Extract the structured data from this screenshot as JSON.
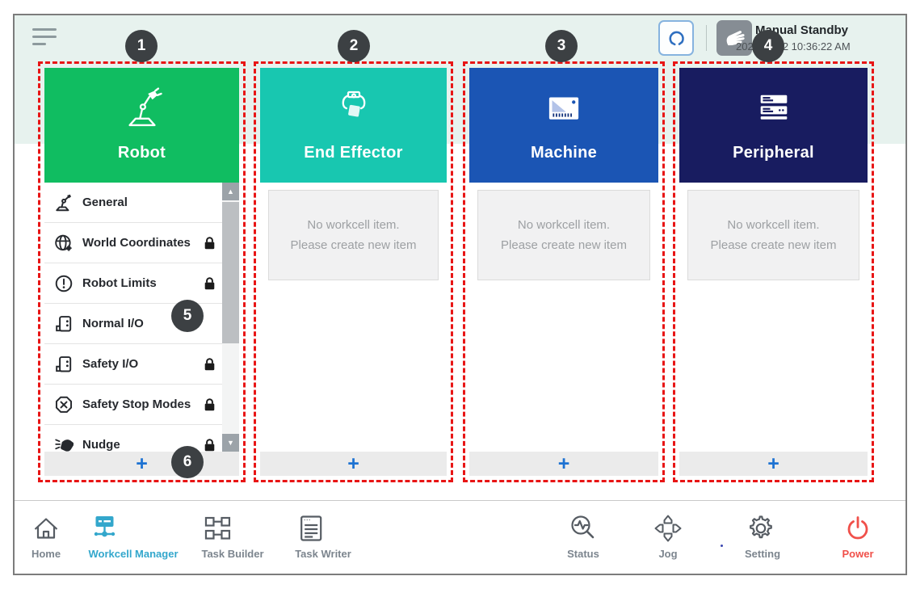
{
  "header": {
    "status_mode": "Manual Standby",
    "status_datetime": "2022.02.22 10:36:22 AM"
  },
  "callouts": [
    "1",
    "2",
    "3",
    "4",
    "5",
    "6"
  ],
  "columns": [
    {
      "title": "Robot",
      "color": "#10BD61",
      "icon": "robot-arm",
      "add_label": "+",
      "items": [
        {
          "label": "General",
          "icon": "robot-arm-small",
          "locked": false
        },
        {
          "label": "World Coordinates",
          "icon": "globe-coordinates",
          "locked": true
        },
        {
          "label": "Robot Limits",
          "icon": "circle-exclamation",
          "locked": true
        },
        {
          "label": "Normal I/O",
          "icon": "io-port",
          "locked": false
        },
        {
          "label": "Safety I/O",
          "icon": "io-port",
          "locked": true
        },
        {
          "label": "Safety Stop Modes",
          "icon": "octagon-x",
          "locked": true
        },
        {
          "label": "Nudge",
          "icon": "nudge-hand",
          "locked": true
        }
      ]
    },
    {
      "title": "End Effector",
      "color": "#18C7B0",
      "icon": "gripper",
      "add_label": "+",
      "empty_line1": "No workcell item.",
      "empty_line2": "Please create new item"
    },
    {
      "title": "Machine",
      "color": "#1B55B4",
      "icon": "cnc-machine",
      "add_label": "+",
      "empty_line1": "No workcell item.",
      "empty_line2": "Please create new item"
    },
    {
      "title": "Peripheral",
      "color": "#181C60",
      "icon": "server-stack",
      "add_label": "+",
      "empty_line1": "No workcell item.",
      "empty_line2": "Please create new item"
    }
  ],
  "scrollbar": {
    "up_glyph": "▲",
    "down_glyph": "▼"
  },
  "nav": {
    "left": [
      {
        "label": "Home",
        "active": false
      },
      {
        "label": "Workcell Manager",
        "active": true
      },
      {
        "label": "Task Builder",
        "active": false
      },
      {
        "label": "Task Writer",
        "active": false
      }
    ],
    "right": [
      {
        "label": "Status"
      },
      {
        "label": "Jog"
      },
      {
        "label": "Setting"
      },
      {
        "label": "Power"
      }
    ]
  },
  "colors": {
    "accent_active": "#33A7CC",
    "power_red": "#F0504A",
    "callout_bg": "#3C4043",
    "dashed_annotation": "#E81515",
    "add_plus": "#1D72D2",
    "top_band": "#E7F2EE"
  },
  "icons": {
    "hamburger": "three-bars",
    "gripper_tool_button": "gripper-outline",
    "hand_mode_button": "hand-press",
    "lock": "padlock",
    "scroll_up": "▲",
    "scroll_down": "▼"
  }
}
